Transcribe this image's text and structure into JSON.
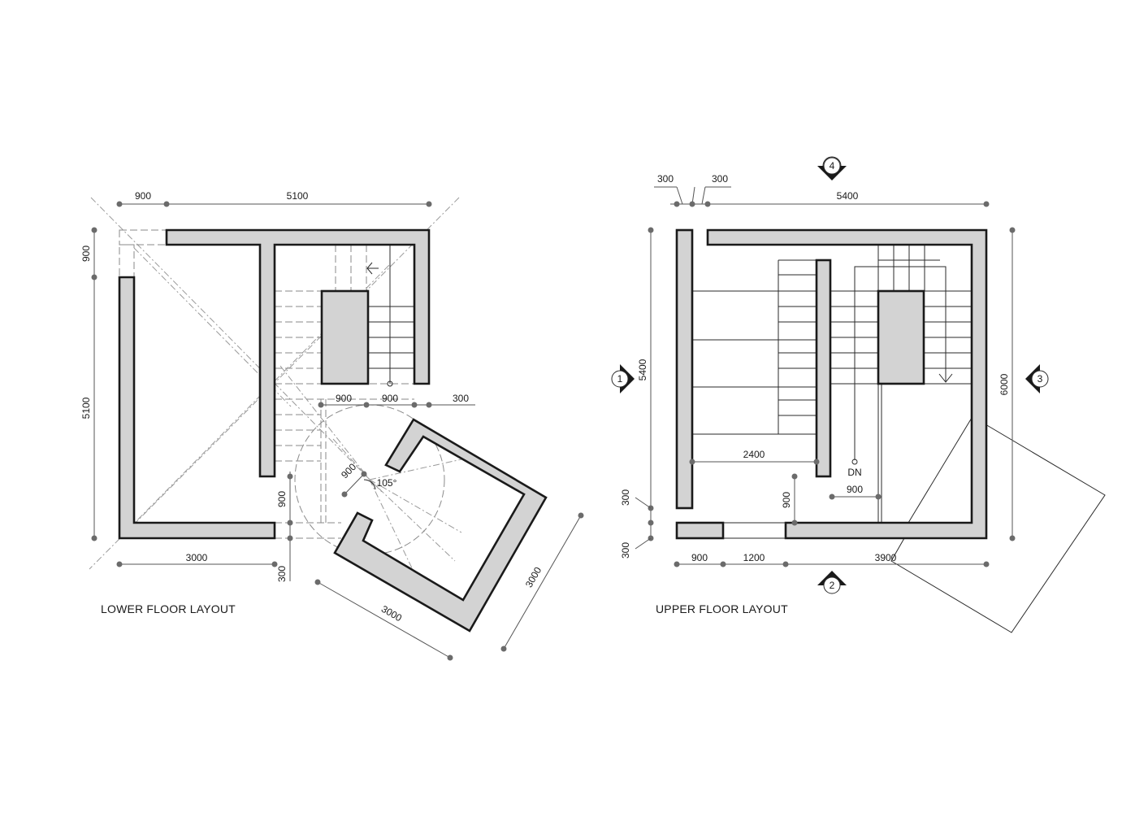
{
  "lower": {
    "title": "LOWER FLOOR LAYOUT",
    "dims": {
      "top_left": "900",
      "top_main": "5100",
      "left_top": "900",
      "left_main": "5100",
      "stair_a": "900",
      "stair_b": "900",
      "stair_c": "300",
      "bottom_main": "3000",
      "bottom_right": "300",
      "opening": "900",
      "door_width": "900",
      "angle": "105°",
      "box_a": "3000",
      "box_b": "3000"
    }
  },
  "upper": {
    "title": "UPPER FLOOR LAYOUT",
    "dims": {
      "top_a": "300",
      "top_b": "300",
      "top_main": "5400",
      "left_main": "5400",
      "right_main": "6000",
      "left_bot_a": "300",
      "left_bot_b": "300",
      "inner_width": "2400",
      "door_height": "900",
      "stair_gap": "900",
      "bottom_a": "900",
      "bottom_b": "1200",
      "bottom_c": "3900",
      "stair_label": "DN"
    },
    "markers": {
      "left": "1",
      "bottom": "2",
      "right": "3",
      "top": "4"
    }
  }
}
